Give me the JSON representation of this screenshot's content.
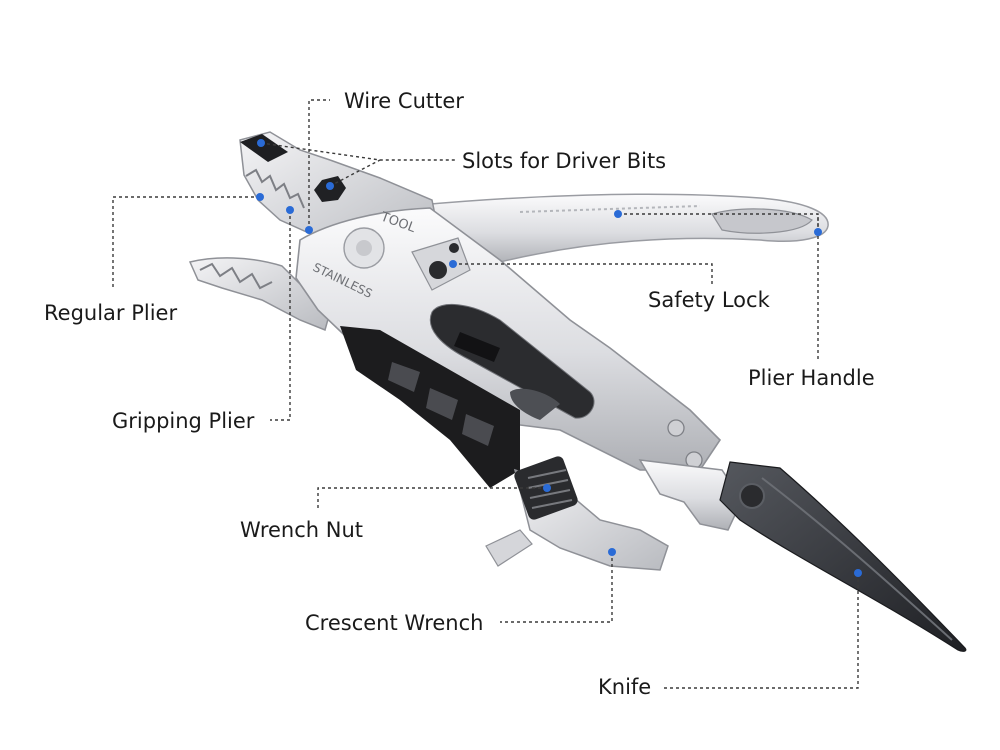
{
  "diagram": {
    "subject": "multitool-illustration",
    "colors": {
      "steel_light": "#f1f1f3",
      "steel_mid": "#cfd0d4",
      "steel_dark": "#9a9ca2",
      "grip": "#1c1c1e",
      "blade": "#3b3d42",
      "blade_edge": "#5a5d63",
      "leader": "#3a3a3a",
      "dot": "#2a6bd6",
      "label": "#1a1a1a"
    },
    "callouts": [
      {
        "id": "wire-cutter",
        "label": "Wire Cutter"
      },
      {
        "id": "slots-for-driver-bits",
        "label": "Slots for Driver Bits"
      },
      {
        "id": "regular-plier",
        "label": "Regular Plier"
      },
      {
        "id": "safety-lock",
        "label": "Safety Lock"
      },
      {
        "id": "plier-handle",
        "label": "Plier Handle"
      },
      {
        "id": "gripping-plier",
        "label": "Gripping Plier"
      },
      {
        "id": "wrench-nut",
        "label": "Wrench Nut"
      },
      {
        "id": "crescent-wrench",
        "label": "Crescent Wrench"
      },
      {
        "id": "knife",
        "label": "Knife"
      }
    ],
    "engravings": {
      "top": "TOOL",
      "side": "STAINLESS"
    }
  }
}
